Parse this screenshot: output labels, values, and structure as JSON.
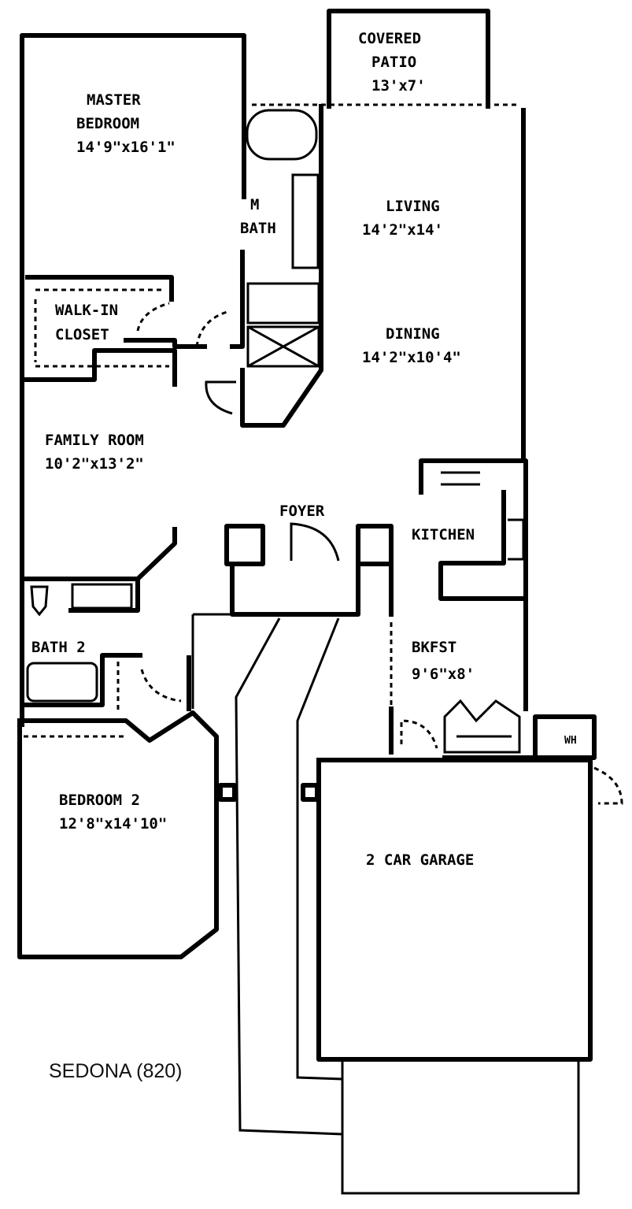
{
  "plan_name": "SEDONA (820)",
  "rooms": {
    "patio": {
      "line1": "COVERED",
      "line2": "PATIO",
      "size": "13'x7'"
    },
    "master": {
      "line1": "MASTER",
      "line2": "BEDROOM",
      "size": "14'9\"x16'1\""
    },
    "mbath": {
      "line1": "M",
      "line2": "BATH"
    },
    "living": {
      "name": "LIVING",
      "size": "14'2\"x14'"
    },
    "closet": {
      "line1": "WALK-IN",
      "line2": "CLOSET"
    },
    "dining": {
      "name": "DINING",
      "size": "14'2\"x10'4\""
    },
    "family": {
      "name": "FAMILY ROOM",
      "size": "10'2\"x13'2\""
    },
    "foyer": {
      "name": "FOYER"
    },
    "kitchen": {
      "name": "KITCHEN"
    },
    "bath2": {
      "name": "BATH 2"
    },
    "bkfst": {
      "name": "BKFST",
      "size": "9'6\"x8'"
    },
    "wh": {
      "name": "WH"
    },
    "bedroom2": {
      "name": "BEDROOM 2",
      "size": "12'8\"x14'10\""
    },
    "garage": {
      "name": "2 CAR GARAGE"
    }
  }
}
